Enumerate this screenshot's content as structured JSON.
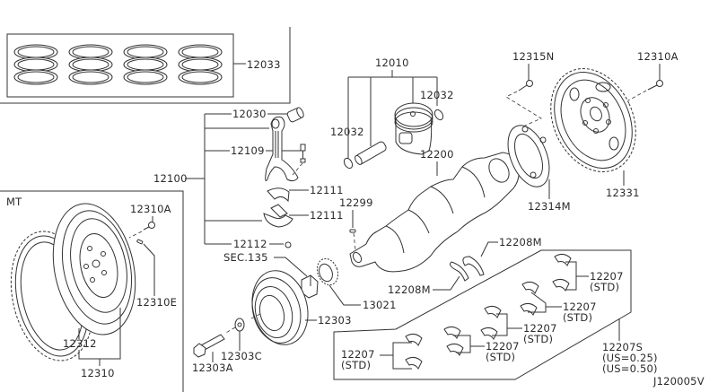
{
  "diagram": {
    "title_code": "J120005V",
    "mt_label": "MT",
    "labels": {
      "piston_ring_set": "12033",
      "piston_assy": "12010",
      "snap_ring_left": "12032",
      "snap_ring_right": "12032",
      "conrod_bushing": "12030",
      "conrod_bolt": "12109",
      "conrod_assy": "12100",
      "conrod_bearing_upper": "12111",
      "conrod_bearing_lower": "12111",
      "conrod_nut": "12112",
      "sec_ref": "SEC.135",
      "crankshaft": "12200",
      "crank_key": "12299",
      "crank_sprocket": "13021",
      "pulley": "12303",
      "pulley_washer": "12303C",
      "pulley_bolt": "12303A",
      "thrust_bearing_upper": "12208M",
      "thrust_bearing_lower": "12208M",
      "plate_bolt": "12315N",
      "drive_plate_bolt": "12310A",
      "signal_plate": "12314M",
      "drive_plate": "12331",
      "flywheel_bolt": "12310A",
      "flywheel_dowel": "12310E",
      "ring_gear": "12312",
      "flywheel_assy": "12310",
      "main_bearing_1": "12207",
      "main_bearing_2": "12207",
      "main_bearing_3": "12207",
      "main_bearing_4": "12207",
      "main_bearing_5": "12207",
      "std_note": "(STD)",
      "main_bearing_set": "12207S",
      "undersize_1": "(US=0.25)",
      "undersize_2": "(US=0.50)"
    }
  }
}
